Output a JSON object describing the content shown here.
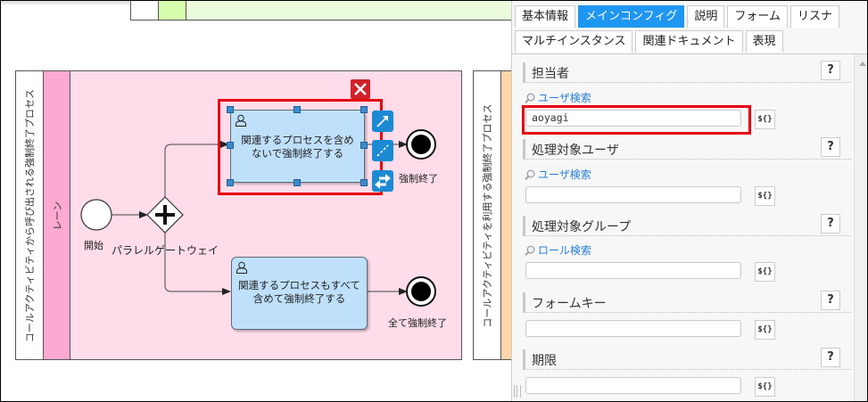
{
  "diagram": {
    "top_pool": {
      "colors": {
        "title": "#ffffff",
        "lane": "#d6fdab",
        "body": "#eafbdc"
      }
    },
    "pool_left": {
      "title": "コールアクティビティから呼び出される強制終了プロセス",
      "lane": "レーン",
      "colors": {
        "title": "#ffffff",
        "lane": "#fda9d1",
        "body": "#fedce9"
      }
    },
    "pool_right": {
      "title": "コールアクティビティを利用する強制終了プロセス",
      "colors": {
        "title": "#ffffff",
        "body": "#ffd6a9"
      }
    },
    "start_event": {
      "label": "開始"
    },
    "gateway": {
      "label": "パラレルゲートウェイ",
      "type": "parallel"
    },
    "task_top": {
      "label_line1": "関連するプロセスを含め",
      "label_line2": "ないで強制終了する",
      "selected": true
    },
    "task_bottom": {
      "label_line1": "関連するプロセスもすべて",
      "label_line2": "含めて強制終了する"
    },
    "end_top": {
      "label": "強制終了"
    },
    "end_bottom": {
      "label": "全て強制終了"
    },
    "selection_color": "#e60012"
  },
  "panel": {
    "tabs_row1": [
      {
        "label": "基本情報",
        "active": false
      },
      {
        "label": "メインコンフィグ",
        "active": true
      },
      {
        "label": "説明",
        "active": false
      },
      {
        "label": "フォーム",
        "active": false
      },
      {
        "label": "リスナ",
        "active": false
      }
    ],
    "tabs_row2": [
      {
        "label": "マルチインスタンス",
        "active": false
      },
      {
        "label": "関連ドキュメント",
        "active": false
      },
      {
        "label": "表現",
        "active": false
      }
    ],
    "accent_color": "#1f96f1",
    "sections": [
      {
        "title": "担当者",
        "help": "?",
        "search_link": "ユーザ検索",
        "value": "aoyagi",
        "expr": "${}"
      },
      {
        "title": "処理対象ユーザ",
        "help": "?",
        "search_link": "ユーザ検索",
        "value": "",
        "expr": "${}"
      },
      {
        "title": "処理対象グループ",
        "help": "?",
        "search_link": "ロール検索",
        "value": "",
        "expr": "${}"
      },
      {
        "title": "フォームキー",
        "help": "?",
        "value": "",
        "expr": "${}"
      },
      {
        "title": "期限",
        "help": "?",
        "value": "",
        "expr": "${}"
      }
    ]
  }
}
